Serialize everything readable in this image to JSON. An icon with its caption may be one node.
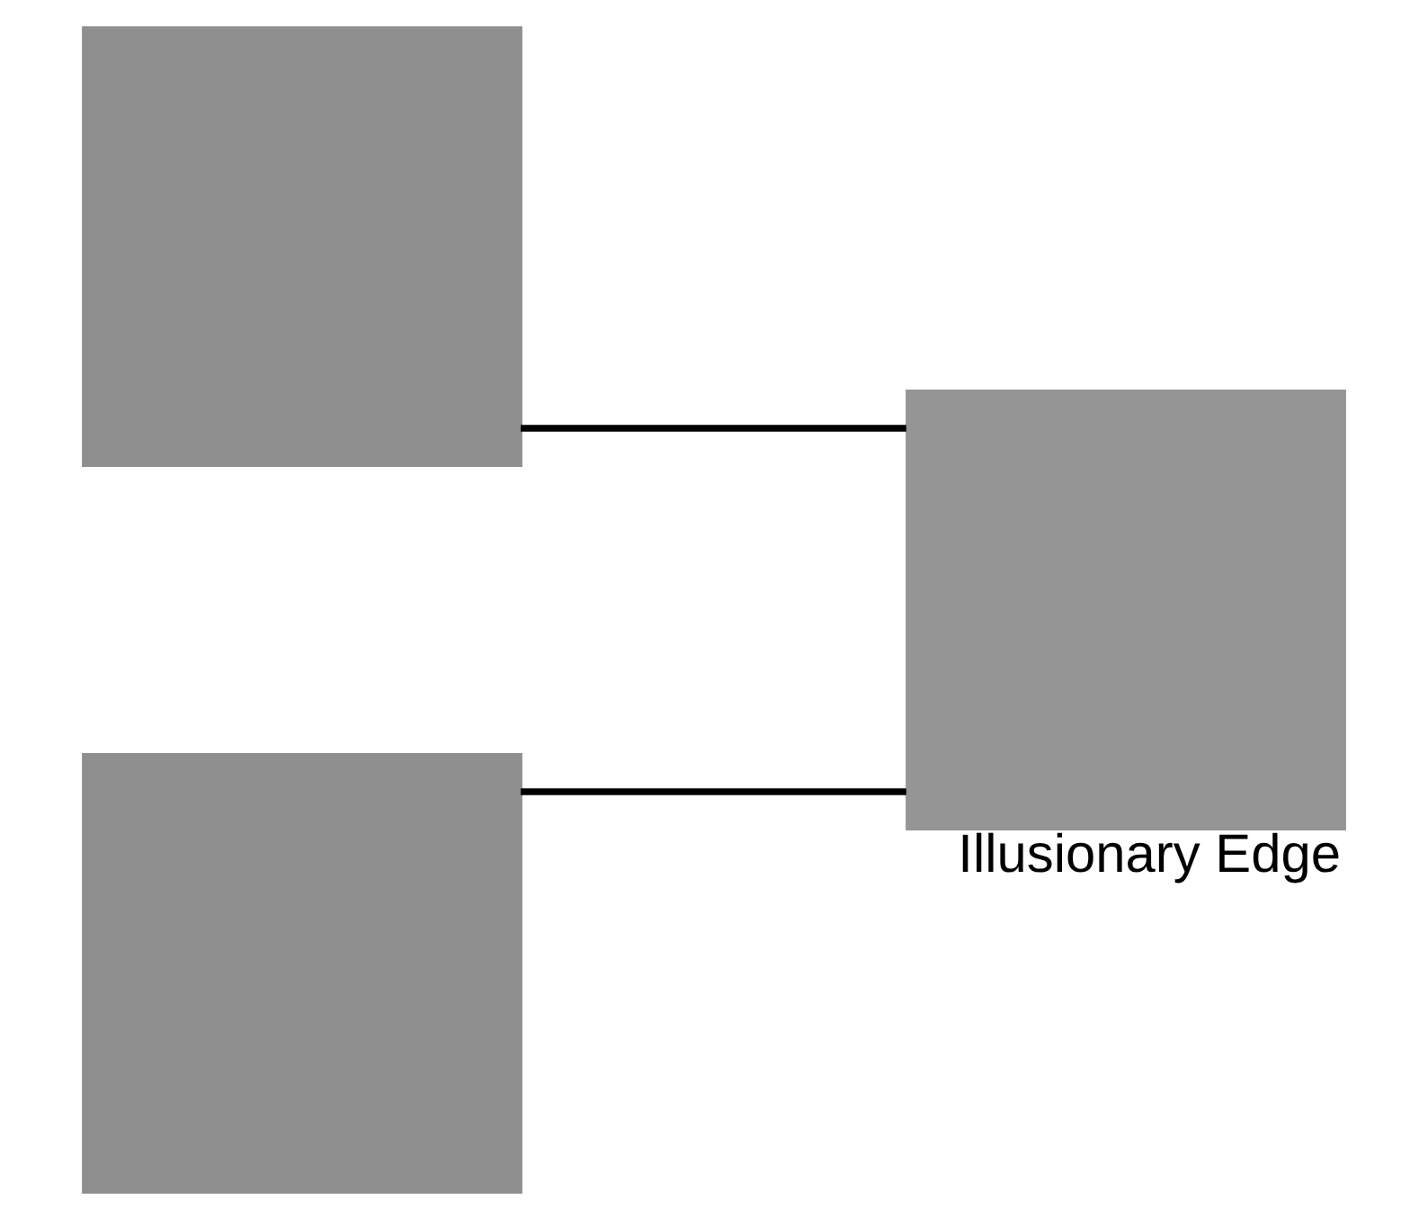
{
  "diagram": {
    "nodes": [
      {
        "text": [],
        "shape": "box"
      },
      {
        "text": [],
        "shape": "box"
      },
      {
        "text": [],
        "shape": "box",
        "beside": [
          "Illusionary Edge"
        ]
      }
    ],
    "edges": [
      {
        "from": 0,
        "to": 2,
        "arrow": "none"
      },
      {
        "from": 1,
        "to": 2,
        "arrow": "none"
      }
    ]
  }
}
